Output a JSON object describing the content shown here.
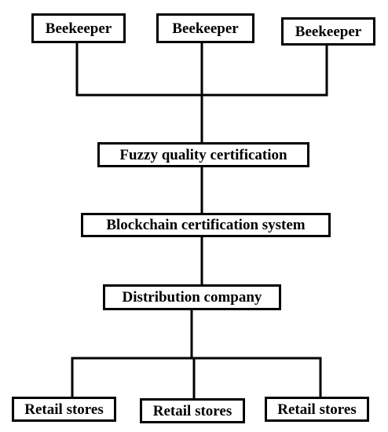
{
  "beekeepers": [
    {
      "label": "Beekeeper"
    },
    {
      "label": "Beekeeper"
    },
    {
      "label": "Beekeeper"
    }
  ],
  "fuzzy_certification": {
    "label": "Fuzzy quality certification"
  },
  "blockchain_system": {
    "label": "Blockchain certification system"
  },
  "distribution": {
    "label": "Distribution company"
  },
  "retail_stores": [
    {
      "label": "Retail stores"
    },
    {
      "label": "Retail stores"
    },
    {
      "label": "Retail stores"
    }
  ],
  "colors": {
    "line": "#000000",
    "box_border": "#000000",
    "box_fill": "#ffffff"
  }
}
